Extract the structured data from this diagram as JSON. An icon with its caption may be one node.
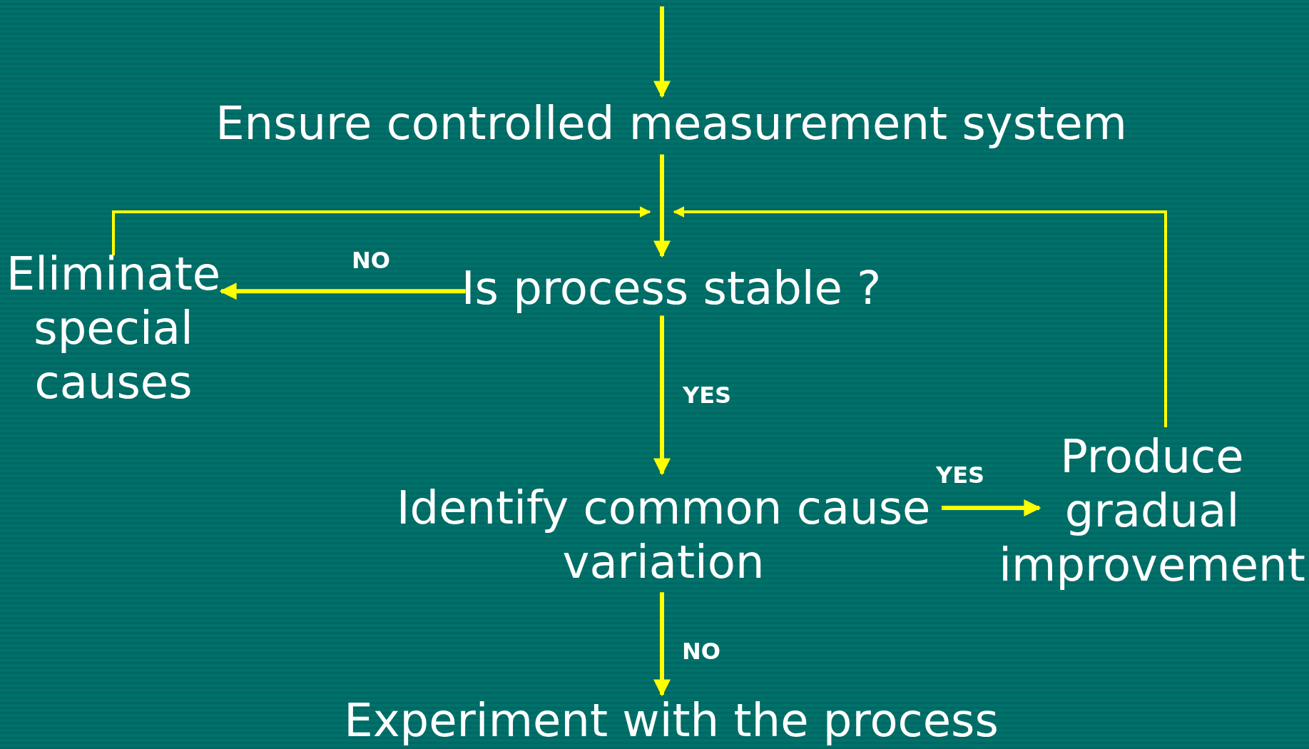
{
  "diagram": {
    "nodes": [
      {
        "text": [
          "Ensure controlled measurement system"
        ]
      },
      {
        "text": [
          "Is process stable ?"
        ]
      },
      {
        "text": [
          "Eliminate special causes"
        ]
      },
      {
        "text": [
          "Identify common cause variation"
        ]
      },
      {
        "text": [
          "Produce gradual improvement"
        ]
      },
      {
        "text": [
          "Experiment with the process"
        ]
      }
    ],
    "edges": [
      {
        "from": null,
        "to": 0,
        "arrow": "to"
      },
      {
        "from": 0,
        "to": 1,
        "arrow": "to"
      },
      {
        "from": 1,
        "to": 2,
        "arrow": "to",
        "label": "NO"
      },
      {
        "from": 2,
        "to": 1,
        "arrow": "to"
      },
      {
        "from": 1,
        "to": 3,
        "arrow": "to",
        "label": "YES"
      },
      {
        "from": 3,
        "to": 4,
        "arrow": "to",
        "label": "YES"
      },
      {
        "from": 4,
        "to": 1,
        "arrow": "to"
      },
      {
        "from": 3,
        "to": 5,
        "arrow": "to",
        "label": "NO"
      }
    ]
  }
}
